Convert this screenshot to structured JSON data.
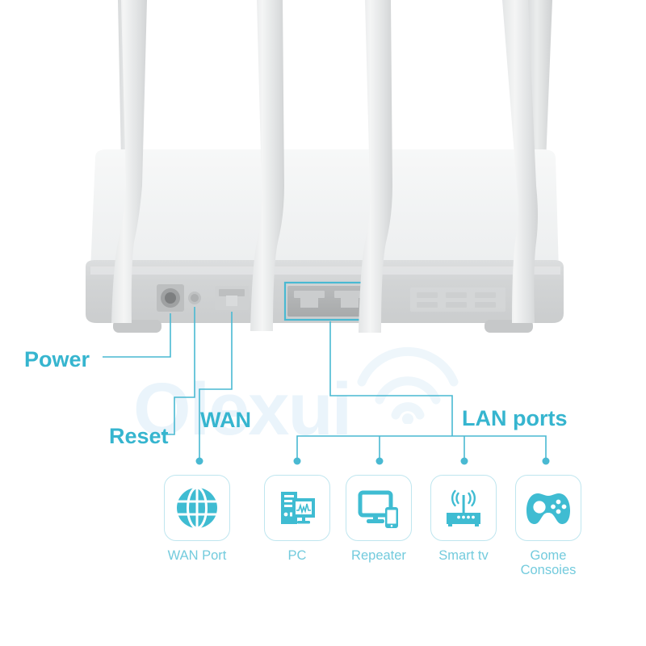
{
  "theme": {
    "accent": "#36b5cf",
    "accent_light": "#73cbdd",
    "card_border": "#bfe6ef",
    "icon_fill": "#3fbcd2",
    "watermark": "#eaf4fb",
    "router_body": "#f2f3f4",
    "background": "#ffffff"
  },
  "watermark": {
    "text": "Olexui"
  },
  "product": {
    "name": "wifi-router",
    "antenna_count": 4
  },
  "port_labels": [
    {
      "id": "power",
      "label": "Power"
    },
    {
      "id": "reset",
      "label": "Reset"
    },
    {
      "id": "wan",
      "label": "WAN"
    },
    {
      "id": "lan",
      "label": "LAN ports"
    }
  ],
  "devices": [
    {
      "id": "wanport",
      "label": "WAN Port",
      "icon": "globe-icon"
    },
    {
      "id": "pc",
      "label": "PC",
      "icon": "desktop-computer-icon"
    },
    {
      "id": "repeater",
      "label": "Repeater",
      "icon": "monitor-phone-icon"
    },
    {
      "id": "smarttv",
      "label": "Smart tv",
      "icon": "set-top-box-antenna-icon"
    },
    {
      "id": "game",
      "label": "Gome\nConsoies",
      "icon": "gamepad-icon"
    }
  ]
}
